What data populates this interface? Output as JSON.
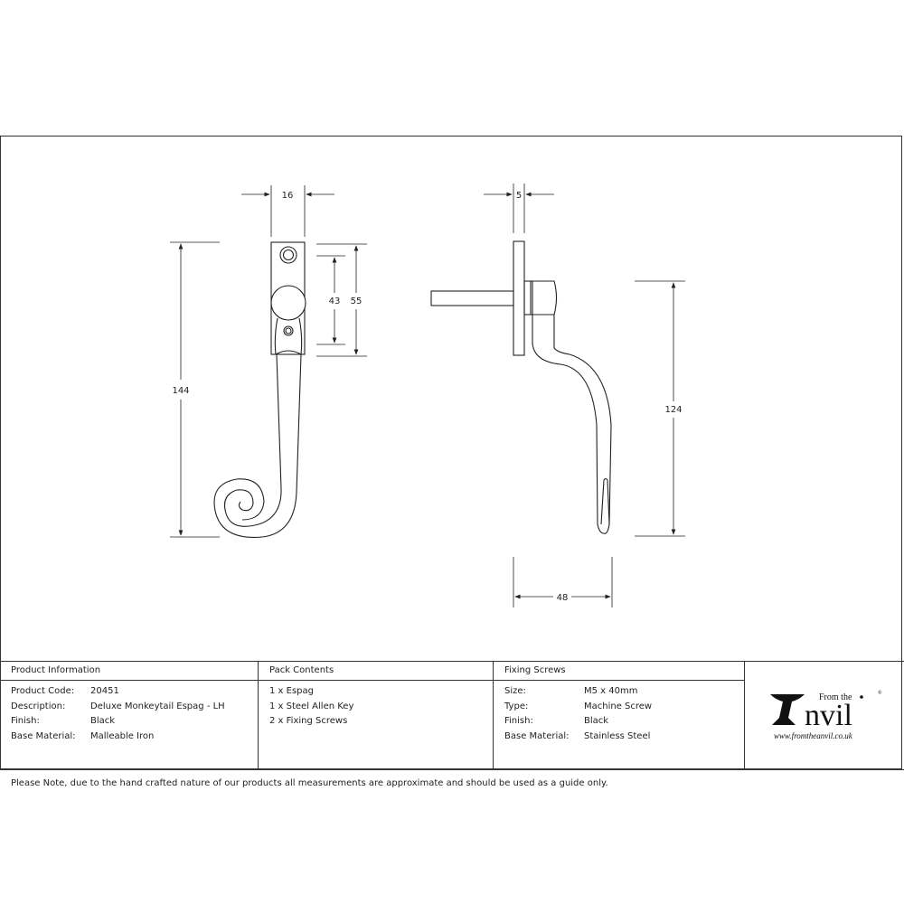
{
  "drawing": {
    "front_view": {
      "dimensions": {
        "width_top": "16",
        "overall_height": "144",
        "screw_centers": "43",
        "backplate_height": "55"
      }
    },
    "side_view": {
      "dimensions": {
        "backplate_thickness": "5",
        "handle_drop": "124",
        "projection": "48"
      }
    }
  },
  "note": "Please Note, due to the hand crafted nature of our products all measurements are approximate and should be used as a guide only.",
  "product_information": {
    "heading": "Product Information",
    "rows": [
      {
        "label": "Product Code:",
        "value": "20451"
      },
      {
        "label": "Description:",
        "value": "Deluxe Monkeytail Espag - LH"
      },
      {
        "label": "Finish:",
        "value": "Black"
      },
      {
        "label": "Base Material:",
        "value": "Malleable Iron"
      }
    ]
  },
  "pack_contents": {
    "heading": "Pack Contents",
    "items": [
      "1 x Espag",
      "1 x Steel Allen Key",
      "2 x Fixing Screws"
    ]
  },
  "fixing_screws": {
    "heading": "Fixing Screws",
    "rows": [
      {
        "label": "Size:",
        "value": "M5 x 40mm"
      },
      {
        "label": "Type:",
        "value": "Machine Screw"
      },
      {
        "label": "Finish:",
        "value": "Black"
      },
      {
        "label": "Base Material:",
        "value": "Stainless Steel"
      }
    ]
  },
  "logo": {
    "from_the": "From the",
    "brand": "Anvil",
    "registered": "®",
    "url": "www.fromtheanvil.co.uk"
  }
}
